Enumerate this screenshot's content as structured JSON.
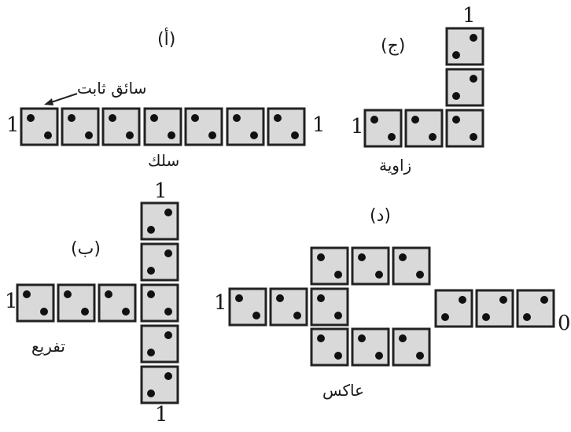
{
  "labels": {
    "part_a": "(أ)",
    "part_b": "(ب)",
    "part_c": "(ج)",
    "part_d": "(د)",
    "fixed_driver": "سائق ثابت",
    "wire": "سلك",
    "corner": "زاوية",
    "fanout": "تفريع",
    "inverter": "عاكس"
  },
  "values": {
    "a_left": "1",
    "a_right": "1",
    "c_top": "1",
    "c_left": "1",
    "b_top": "1",
    "b_left": "1",
    "b_bottom": "1",
    "d_left": "1",
    "d_right": "0"
  },
  "colors": {
    "cell_fill": "#d9d9d9",
    "cell_border": "#222222",
    "dot": "#111111"
  }
}
